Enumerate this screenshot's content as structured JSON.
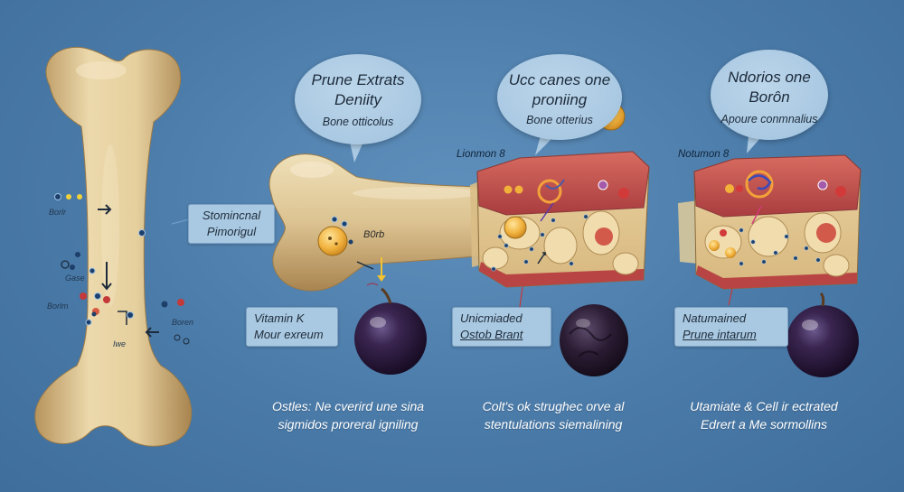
{
  "panel1": {
    "tags": [
      "Borlr",
      "Gase",
      "Borlm",
      "Boren",
      "Iwe"
    ],
    "label": [
      "Stomincnal",
      "Pimorigul"
    ],
    "caption": [
      "Ostles: Ne cverird une sina",
      "sigmidos proreral igniling"
    ]
  },
  "panel2": {
    "bubble": [
      "Prune Extrats",
      "Deniity",
      "Bone otticolus"
    ],
    "tag": "B0rb",
    "label": [
      "Vitamin K",
      "Mour exreum"
    ]
  },
  "panel3": {
    "bubble": [
      "Ucc canes one",
      "proniing",
      "Bone otterius"
    ],
    "section_label": "Lionmon 8",
    "label": [
      "Unicmiaded",
      "Ostob Brant"
    ],
    "caption": [
      "Colt's ok strughec orve al",
      "stentulations siemalining"
    ]
  },
  "panel4": {
    "bubble": [
      "Ndorios one",
      "Borôn",
      "Apoure conmnalius"
    ],
    "section_label": "Notumon 8",
    "label": [
      "Natumained",
      "Prune intarum"
    ],
    "caption": [
      "Utamiate & Cell ir ectrated",
      "Edrert a Me sormollins"
    ]
  },
  "colors": {
    "background": "#4a7aa8",
    "bone": "#e2cc9a",
    "plum": "#3a2550",
    "tissue_red": "#c04a48",
    "bubble": "#a9c8e2"
  }
}
